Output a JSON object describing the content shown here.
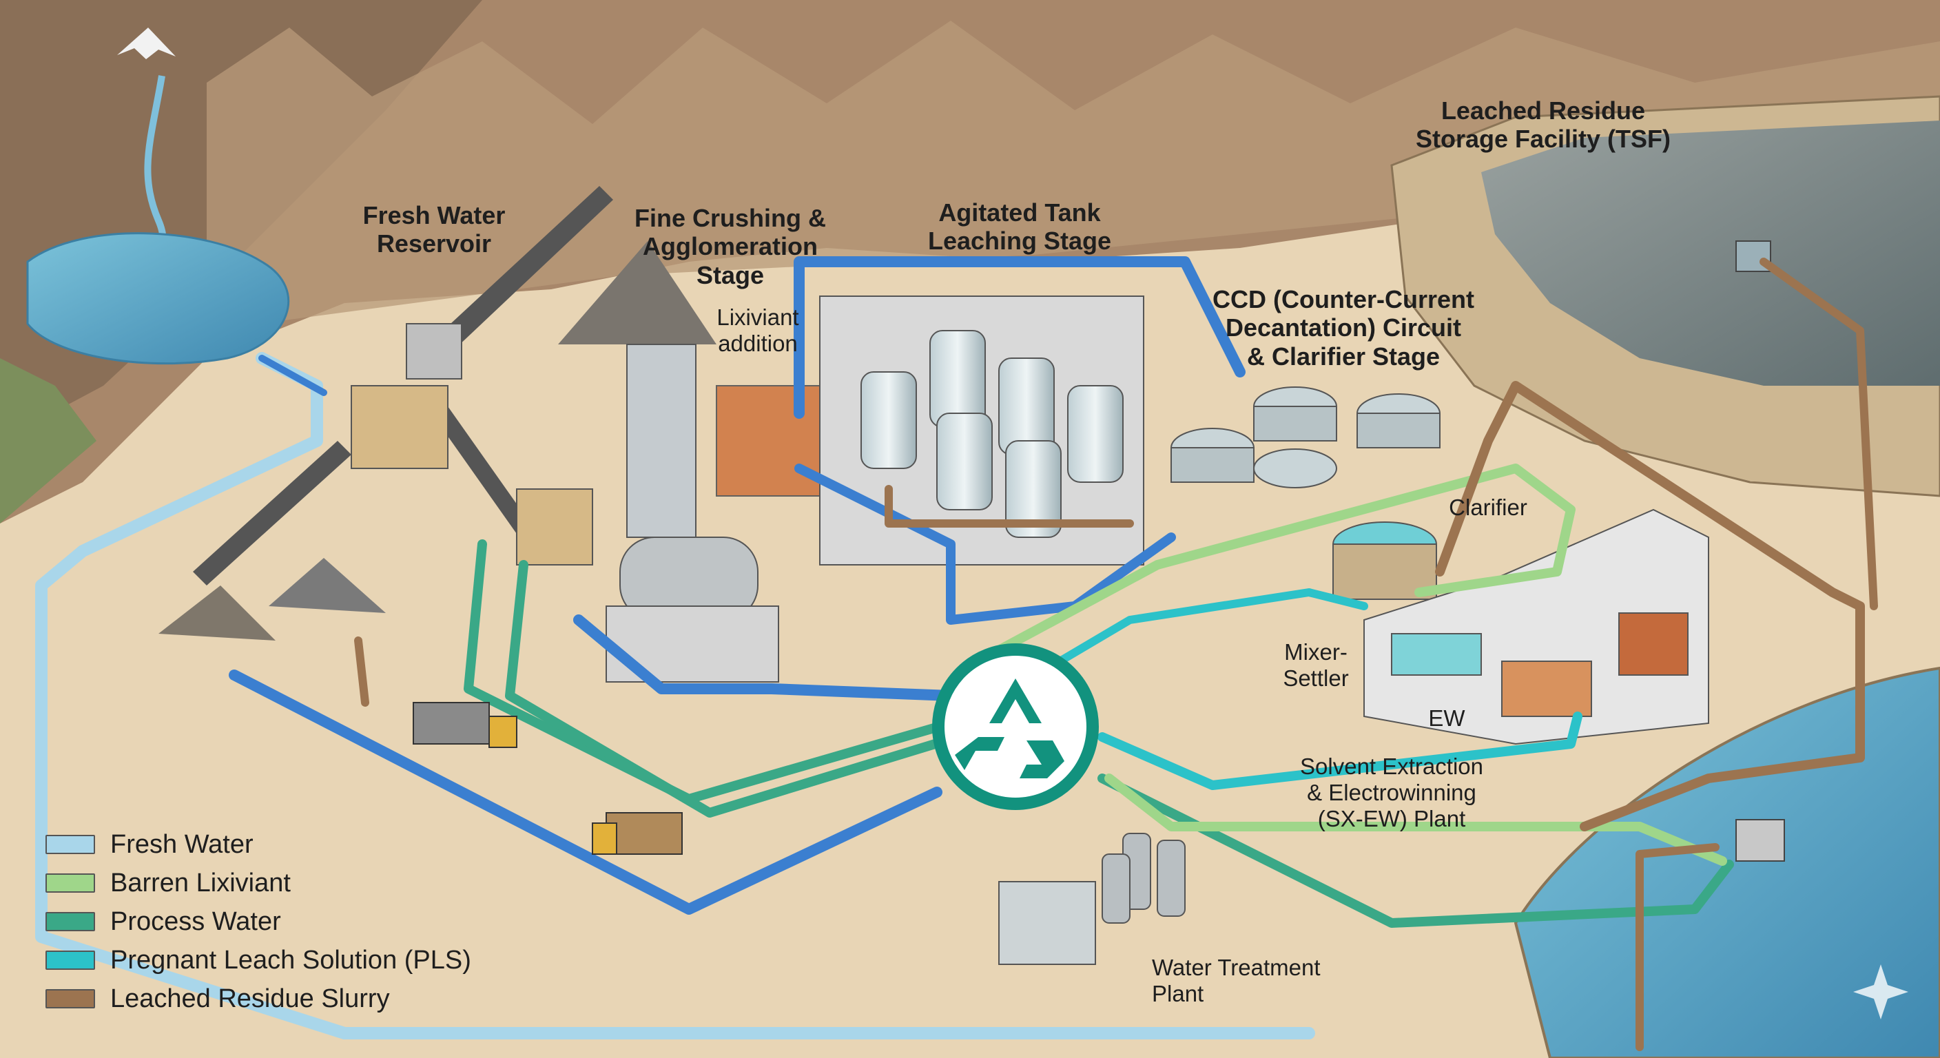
{
  "labels": {
    "fresh_water_reservoir": "Fresh Water\nReservoir",
    "fine_crushing": "Fine Crushing &\nAgglomeration\nStage",
    "lixiviant_addition": "Lixiviant\naddition",
    "agitated_tank": "Agitated Tank\nLeaching Stage",
    "tsf": "Leached Residue\nStorage Facility (TSF)",
    "ccd": "CCD (Counter-Current\nDecantation) Circuit\n& Clarifier Stage",
    "clarifier": "Clarifier",
    "mixer_settler": "Mixer-\nSettler",
    "ew": "EW",
    "sxew": "Solvent Extraction\n& Electrowinning\n(SX-EW) Plant",
    "water_treatment": "Water Treatment\nPlant"
  },
  "legend": [
    {
      "label": "Fresh Water",
      "color": "#a9d6ea"
    },
    {
      "label": "Barren Lixiviant",
      "color": "#9fd68a"
    },
    {
      "label": "Process Water",
      "color": "#3aa887"
    },
    {
      "label": "Pregnant Leach Solution (PLS)",
      "color": "#2cc2c9"
    },
    {
      "label": "Leached Residue Slurry",
      "color": "#9c7450"
    }
  ],
  "colors": {
    "fresh_water": "#a9d6ea",
    "fresh_water_dark": "#3b7fd0",
    "barren_lixiviant": "#9fd68a",
    "process_water": "#3aa887",
    "pls": "#2cc2c9",
    "residue_slurry": "#9c7450",
    "recycle_hub": "#12927e",
    "ground": "#e8d5b5",
    "water_body": "#5aa3c4"
  },
  "icons": {
    "recycle_hub": "recycle-icon",
    "sparkle": "sparkle-icon"
  }
}
